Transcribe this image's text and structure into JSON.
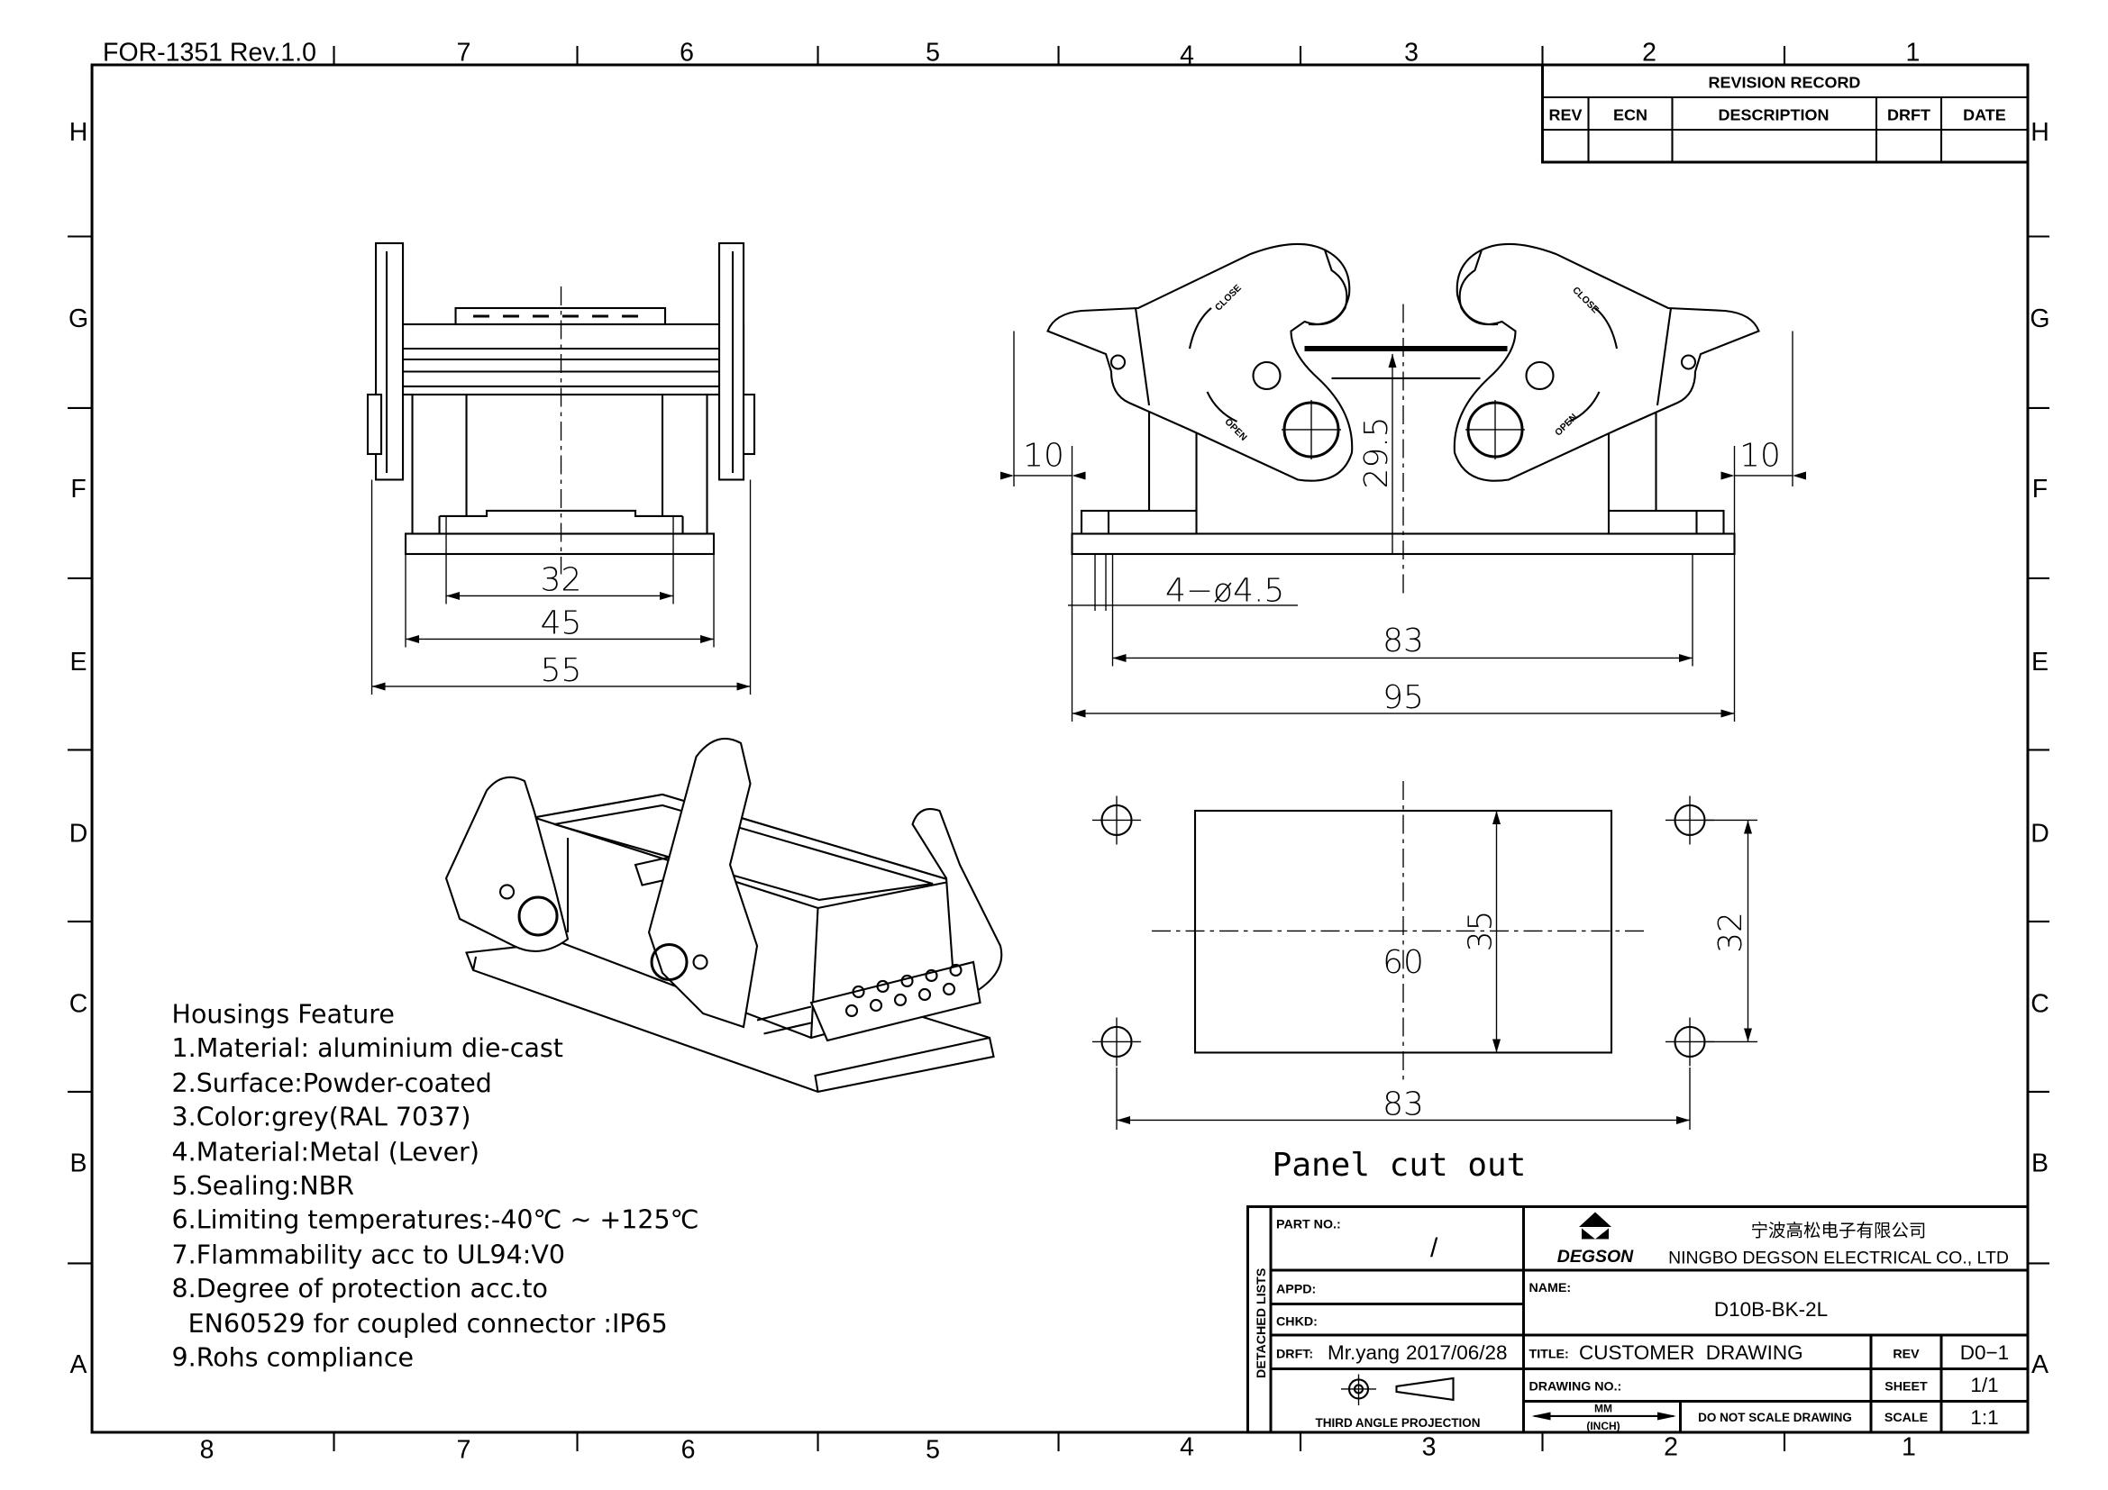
{
  "form_id": "FOR-1351  Rev.1.0",
  "zones": {
    "top_columns": [
      "7",
      "6",
      "5",
      "4",
      "3",
      "2",
      "1"
    ],
    "bottom_columns": [
      "8",
      "7",
      "6",
      "5",
      "4",
      "3",
      "2",
      "1"
    ],
    "rows": [
      "H",
      "G",
      "F",
      "E",
      "D",
      "C",
      "B",
      "A"
    ]
  },
  "revision_record": {
    "title": "REVISION RECORD",
    "columns": [
      "REV",
      "ECN",
      "DESCRIPTION",
      "DRFT",
      "DATE"
    ],
    "rows": [
      [
        "",
        "",
        "",
        "",
        ""
      ]
    ]
  },
  "front_view": {
    "dims": {
      "d32": "32",
      "d45": "45",
      "d55": "55"
    }
  },
  "side_view": {
    "lever_labels": {
      "close": "CLOSE",
      "open": "OPEN"
    },
    "dims": {
      "left10": "10",
      "right10": "10",
      "height": "29.5",
      "holes": "4−ø4.5",
      "d83": "83",
      "d95": "95"
    }
  },
  "panel_cutout": {
    "label": "Panel cut out",
    "dims": {
      "width": "60",
      "height": "35",
      "hole_pitch_v": "32",
      "hole_pitch_h": "83"
    }
  },
  "features": {
    "title": "Housings Feature",
    "items": [
      "1.Material: aluminium die-cast",
      "2.Surface:Powder-coated",
      "3.Color:grey(RAL 7037)",
      "4.Material:Metal (Lever)",
      "5.Sealing:NBR",
      "6.Limiting temperatures:-40℃ ~ +125℃",
      "7.Flammability acc to UL94:V0",
      "8.Degree of protection acc.to",
      "  EN60529 for coupled connector :IP65",
      "9.Rohs compliance"
    ]
  },
  "title_block": {
    "side_label": "DETACHED LISTS",
    "part_no_label": "PART NO.:",
    "part_no": "/",
    "appd_label": "APPD:",
    "chkd_label": "CHKD:",
    "drft_label": "DRFT:",
    "drafter": "Mr.yang",
    "date": "2017/06/28",
    "projection": "THIRD ANGLE PROJECTION",
    "company_logo": "DEGSON",
    "company_cn": "宁波高松电子有限公司",
    "company_en": "NINGBO DEGSON ELECTRICAL CO., LTD",
    "name_label": "NAME:",
    "name": "D10B-BK-2L",
    "title_label": "TITLE:",
    "title": "CUSTOMER  DRAWING",
    "rev_label": "REV",
    "rev": "D0−1",
    "drawing_no_label": "DRAWING NO.:",
    "sheet_label": "SHEET",
    "sheet": "1/1",
    "units_top": "MM",
    "units_bottom": "(INCH)",
    "no_scale": "DO NOT SCALE DRAWING",
    "scale_label": "SCALE",
    "scale": "1:1"
  }
}
